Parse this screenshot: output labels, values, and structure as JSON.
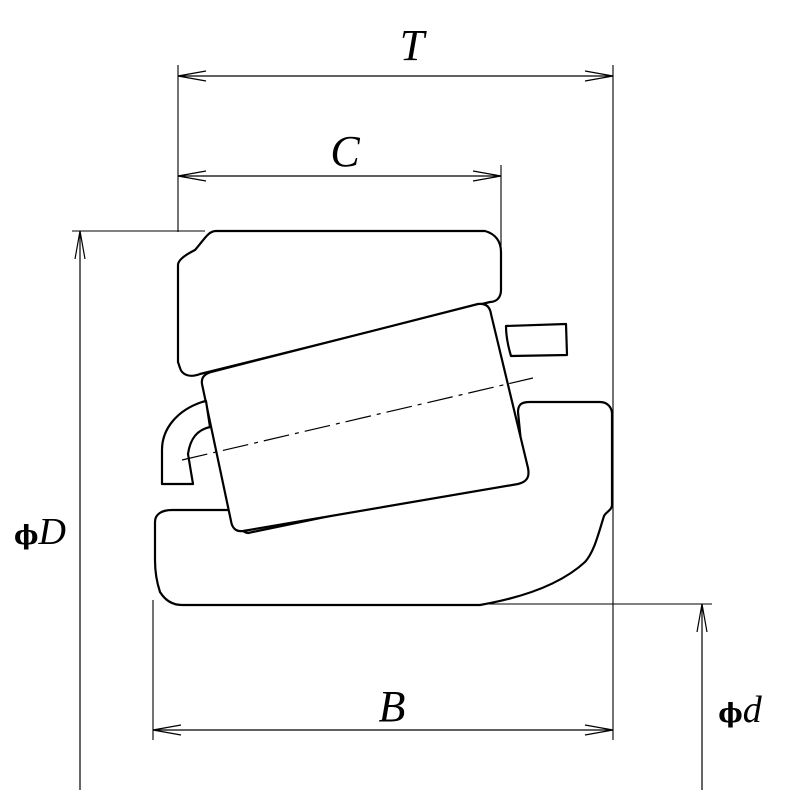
{
  "labels": {
    "T": "T",
    "C": "C",
    "D_phi": "ϕ",
    "D_letter": "D",
    "B": "B",
    "d_phi": "ϕ",
    "d_letter": "d"
  },
  "colors": {
    "line": "#000000",
    "background": "#ffffff"
  }
}
